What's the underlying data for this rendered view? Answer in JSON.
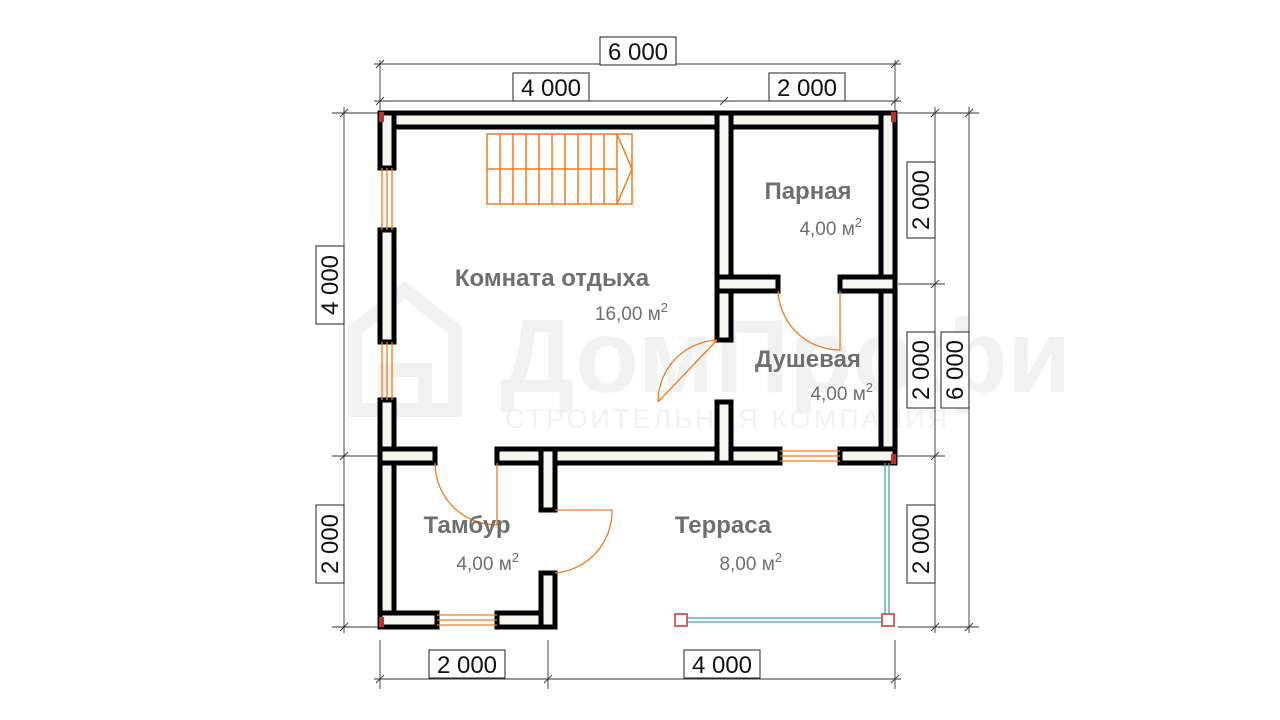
{
  "colors": {
    "wall_outline": "#000000",
    "wall_fill": "#f7f6ef",
    "stair": "#f07a1e",
    "door": "#f07a1e",
    "window": "#f07a1e",
    "terrace_rail": "#3aa7a9",
    "post": "#d22d2d",
    "dimension": "#222222",
    "room_text": "#6f6f6f",
    "watermark": "#f1f1f1"
  },
  "watermark": {
    "main": "ДомПрофи",
    "sub": "СТРОИТЕЛЬНАЯ КОМПАНИЯ",
    "icon": "house-logo-icon"
  },
  "dimensions": {
    "top_total": "6 000",
    "top_left": "4 000",
    "top_right": "2 000",
    "left_upper": "4 000",
    "left_lower": "2 000",
    "right_inner_upper": "2 000",
    "right_inner_middle": "2 000",
    "right_inner_lower": "2 000",
    "right_total": "6 000",
    "bottom_left": "2 000",
    "bottom_right": "4 000"
  },
  "rooms": [
    {
      "name": "Комната отдыха",
      "area": "16,00 м",
      "sup": "2"
    },
    {
      "name": "Парная",
      "area": "4,00 м",
      "sup": "2"
    },
    {
      "name": "Душевая",
      "area": "4,00 м",
      "sup": "2"
    },
    {
      "name": "Тамбур",
      "area": "4,00 м",
      "sup": "2"
    },
    {
      "name": "Терраса",
      "area": "8,00 м",
      "sup": "2"
    }
  ]
}
